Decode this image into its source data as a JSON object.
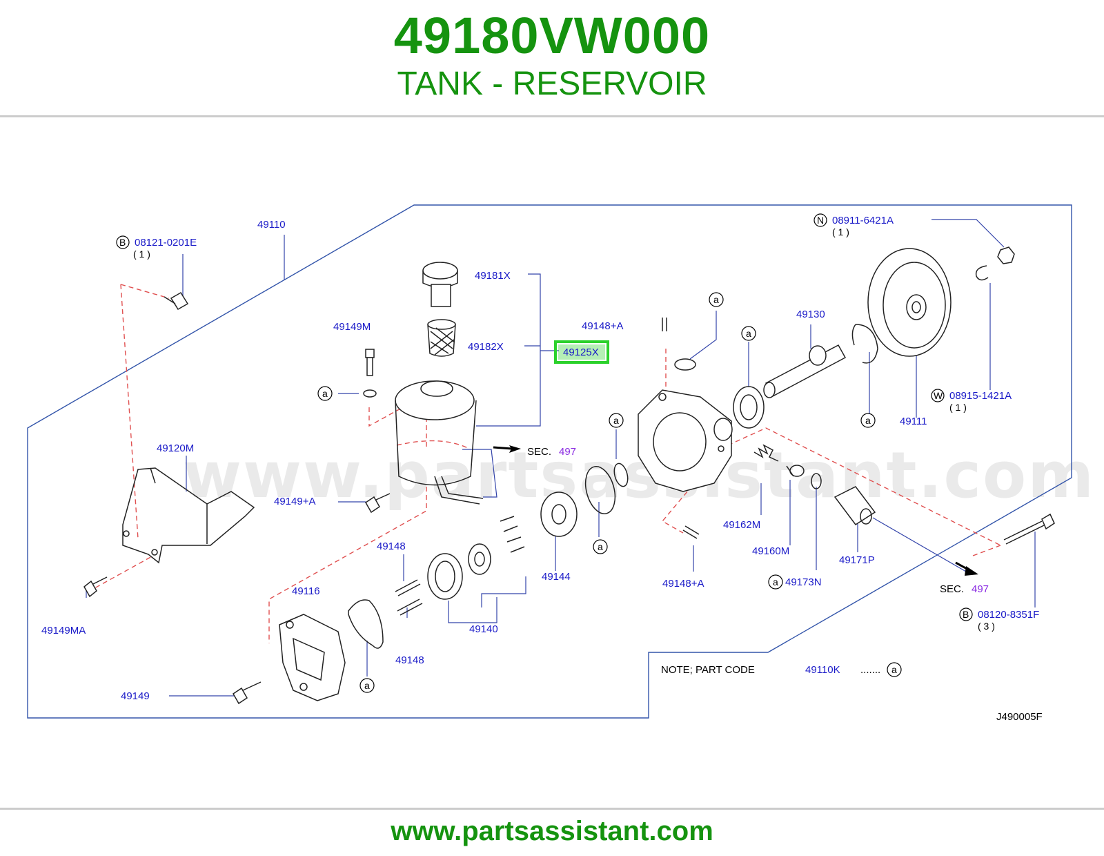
{
  "header": {
    "part_number": "49180VW000",
    "part_name": "TANK - RESERVOIR"
  },
  "footer": {
    "url": "www.partsassistant.com"
  },
  "watermark": "www.partsassistant.com",
  "colors": {
    "title": "#15930f",
    "label": "#1a1ac8",
    "highlight": "#2bd12b",
    "sec_ref": "#8a2be2"
  },
  "labels": {
    "p49110": "49110",
    "p08121": "08121-0201E",
    "p08121_qty": "( 1 )",
    "p49181X": "49181X",
    "p49182X": "49182X",
    "p49125X": "49125X",
    "p49149M": "49149M",
    "p49120M": "49120M",
    "p49149A": "49149+A",
    "p49149MA": "49149MA",
    "p49148a": "49148",
    "p49148b": "49148",
    "p49116": "49116",
    "p49140": "49140",
    "p49144": "49144",
    "p49149": "49149",
    "p49148Aa": "49148+A",
    "p49148Ab": "49148+A",
    "p49130": "49130",
    "p08911": "08911-6421A",
    "p08911_qty": "( 1 )",
    "p08915": "08915-1421A",
    "p08915_qty": "( 1 )",
    "p49111": "49111",
    "p49162M": "49162M",
    "p49160M": "49160M",
    "p49173N": "49173N",
    "p49171P": "49171P",
    "p08120": "08120-8351F",
    "p08120_qty": "( 3 )",
    "sec": "SEC.",
    "sec2": "SEC.",
    "sec_num": "497",
    "sec_num2": "497",
    "note": "NOTE;   PART   CODE",
    "note_code": "49110K",
    "note_dots": ".......",
    "drawing_id": "J490005F",
    "mark_a": "a",
    "mark_B": "B",
    "mark_N": "N",
    "mark_W": "W"
  }
}
